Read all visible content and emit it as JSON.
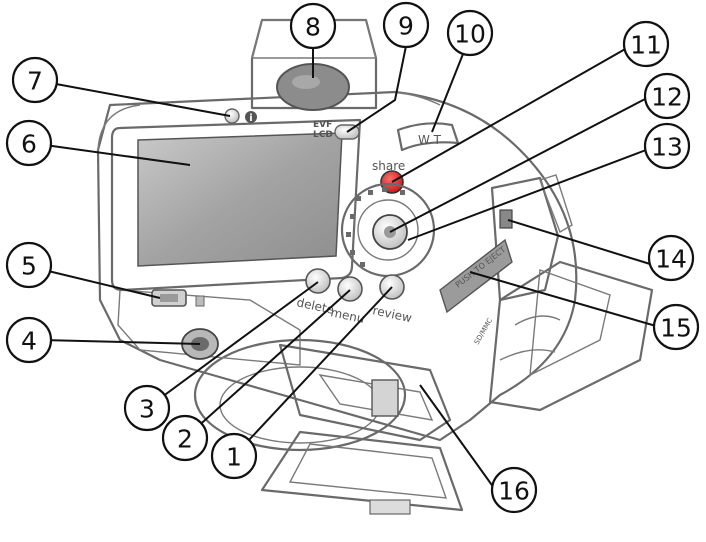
{
  "camera": {
    "button_labels": {
      "delete": "delete",
      "menu": "menu",
      "review": "review",
      "share": "share",
      "zoom": "W  T",
      "eve_top": "EVF",
      "eve_bottom": "LCD",
      "info": "i",
      "card_door": "PUSH TO EJECT",
      "sd_card": "SD/MMC"
    }
  },
  "callouts": [
    {
      "number": "1",
      "target": "review-button"
    },
    {
      "number": "2",
      "target": "menu-button"
    },
    {
      "number": "3",
      "target": "delete-button"
    },
    {
      "number": "4",
      "target": "tripod-socket"
    },
    {
      "number": "5",
      "target": "strap-post"
    },
    {
      "number": "6",
      "target": "lcd-screen"
    },
    {
      "number": "7",
      "target": "info-button"
    },
    {
      "number": "8",
      "target": "viewfinder"
    },
    {
      "number": "9",
      "target": "evf-lcd-button"
    },
    {
      "number": "10",
      "target": "zoom-lever"
    },
    {
      "number": "11",
      "target": "share-button"
    },
    {
      "number": "12",
      "target": "joystick"
    },
    {
      "number": "13",
      "target": "mode-dial"
    },
    {
      "number": "14",
      "target": "card-slot-door"
    },
    {
      "number": "15",
      "target": "sd-card-slot"
    },
    {
      "number": "16",
      "target": "battery-compartment"
    }
  ]
}
